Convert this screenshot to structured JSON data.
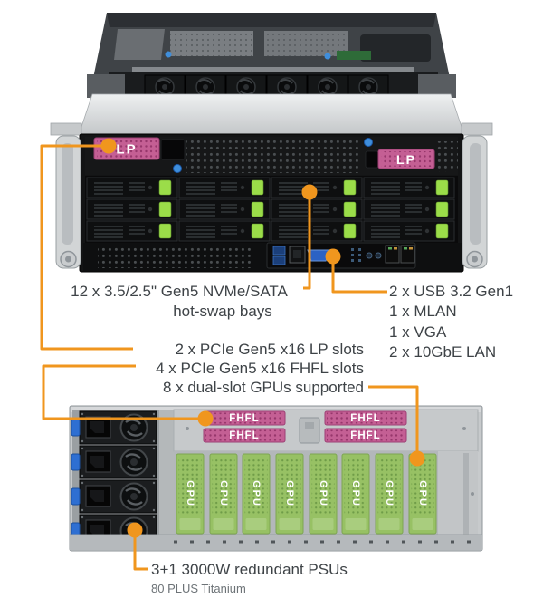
{
  "colors": {
    "accent_orange": "#F0961E",
    "label_pink": "#C05B92",
    "latch_green": "#9BDD49",
    "gpu_green": "#97C164",
    "text_dark": "#3E4347",
    "text_gray": "#6D7377"
  },
  "server": {
    "front": {
      "lp_label": "LP"
    },
    "rear": {
      "fhfl_label": "FHFL",
      "gpu_label": "GPU"
    }
  },
  "callouts": {
    "drive_bays": {
      "line1": "12 x 3.5/2.5\" Gen5 NVMe/SATA",
      "line2": "hot-swap bays"
    },
    "front_io": [
      "2 x USB 3.2 Gen1",
      "1 x MLAN",
      "1 x VGA",
      "2 x 10GbE LAN"
    ],
    "expansion": [
      "2 x PCIe Gen5 x16 LP slots",
      "4 x PCIe Gen5 x16 FHFL slots",
      "8 x dual-slot GPUs supported"
    ],
    "psu": {
      "title": "3+1 3000W redundant PSUs",
      "subtitle": "80 PLUS Titanium"
    }
  }
}
